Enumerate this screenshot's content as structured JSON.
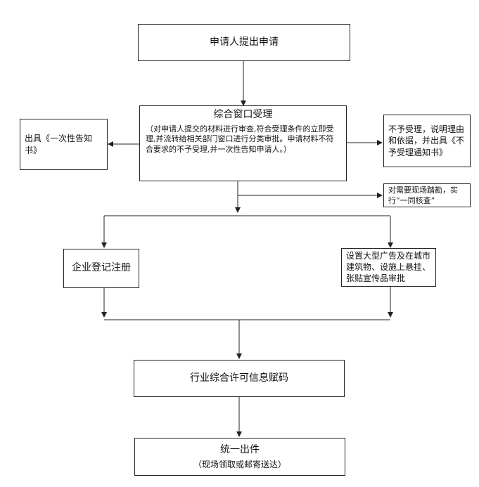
{
  "flow": {
    "step1": "申请人提出申请",
    "window_title": "综合窗口受理",
    "window_desc": "（对申请人提交的材料进行审查,符合受理条件的立即受理,并流转给相关部门窗口进行分类审批。申请材料不符合要求的不予受理,并一次性告知申请人。）",
    "left_note": "出具《一次性告知书》",
    "right_note": "不予受理，说明理由和依据，并出具《不予受理通知书》",
    "site_check": "对需要现场踏勘，实行“一同核查”",
    "branch_left": "企业登记注册",
    "branch_right": "设置大型广告及在城市建筑物、设施上悬挂、张贴宣传品审批",
    "step_license": "行业综合许可信息赋码",
    "final_title": "统一出件",
    "final_sub": "（现场领取或邮寄送达）"
  }
}
